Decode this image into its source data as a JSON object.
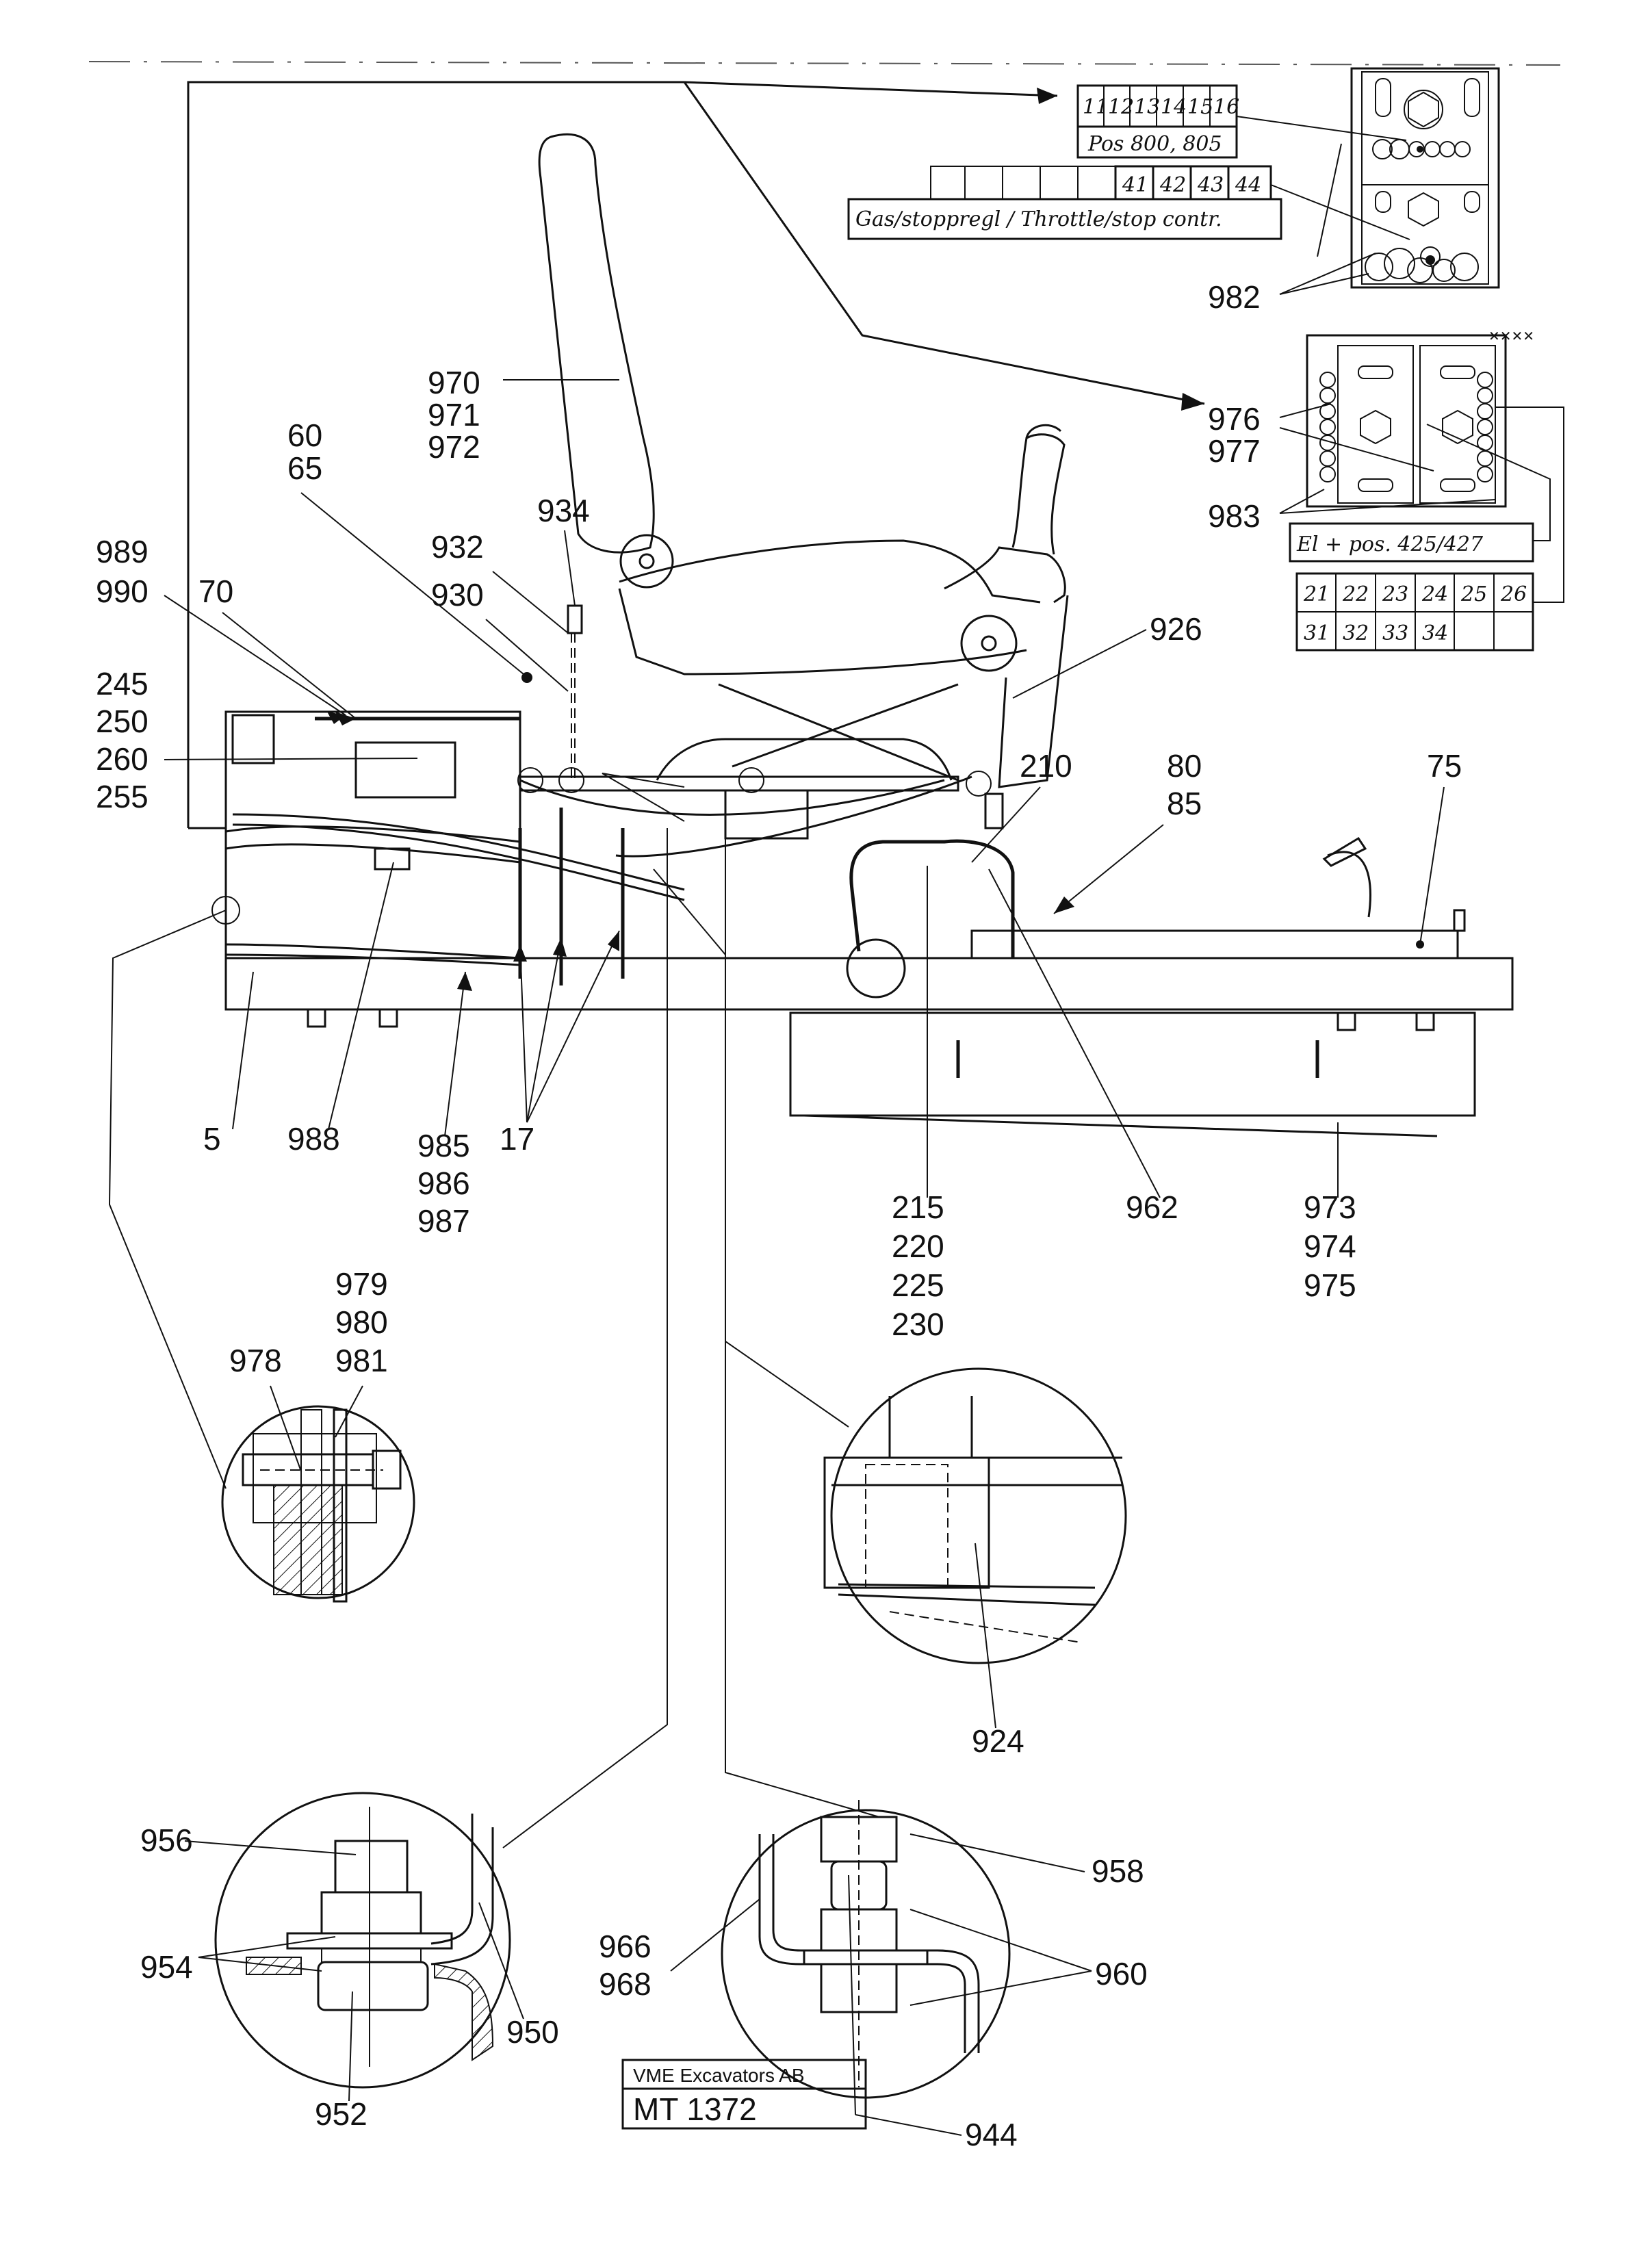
{
  "title_block": {
    "company": "VME Excavators AB",
    "drawing_no": "MT 1372"
  },
  "panel_top": {
    "row_numbers": [
      "11",
      "12",
      "13",
      "14",
      "15",
      "16"
    ],
    "pos_text": "Pos 800, 805"
  },
  "panel_throttle": {
    "row_numbers": [
      "41",
      "42",
      "43",
      "44"
    ],
    "caption": "Gas/stoppregl / Throttle/stop contr."
  },
  "panel_el": {
    "caption": "El + pos. 425/427",
    "row_a": [
      "21",
      "22",
      "23",
      "24",
      "25",
      "26"
    ],
    "row_b": [
      "31",
      "32",
      "33",
      "34",
      "",
      ""
    ]
  },
  "labels": {
    "l970": "970",
    "l971": "971",
    "l972": "972",
    "l60": "60",
    "l65": "65",
    "l934": "934",
    "l932": "932",
    "l930": "930",
    "l989": "989",
    "l990": "990",
    "l70": "70",
    "l245": "245",
    "l250": "250",
    "l260": "260",
    "l255": "255",
    "l926": "926",
    "l210": "210",
    "l80": "80",
    "l85": "85",
    "l75": "75",
    "l976": "976",
    "l977": "977",
    "l983": "983",
    "l982": "982",
    "l5": "5",
    "l988": "988",
    "l985": "985",
    "l986": "986",
    "l987": "987",
    "l17": "17",
    "l215": "215",
    "l220": "220",
    "l225": "225",
    "l230": "230",
    "l962": "962",
    "l973": "973",
    "l974": "974",
    "l975": "975",
    "l979": "979",
    "l980": "980",
    "l981": "981",
    "l978": "978",
    "l924": "924",
    "l956": "956",
    "l954": "954",
    "l950": "950",
    "l952": "952",
    "l958": "958",
    "l960": "960",
    "l966": "966",
    "l968": "968",
    "l944": "944"
  }
}
